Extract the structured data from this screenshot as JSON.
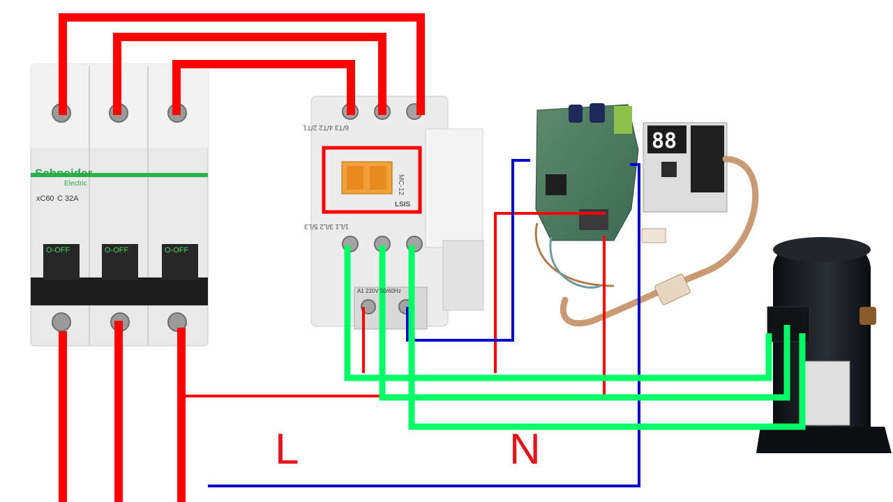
{
  "breaker": {
    "brand": "Schneider",
    "brand_sub": "Electric",
    "model": "xC60",
    "rating": "C 32A",
    "pole_label": "O-OFF"
  },
  "contactor": {
    "top_terminals": "6/T3 4/T2 2/T1",
    "bottom_terminals": "1/L1 3/L2 5/L3",
    "model": "MC-12",
    "brand": "LSIS",
    "coil_label": "A1 220V 50/60Hz"
  },
  "display": {
    "digits": "88"
  },
  "labels": {
    "line": "L",
    "neutral": "N"
  },
  "colors": {
    "line_wire": "#ff0000",
    "neutral_wire": "#0000cc",
    "motor_wire": "#00ff66",
    "label_red": "#e8141c"
  }
}
